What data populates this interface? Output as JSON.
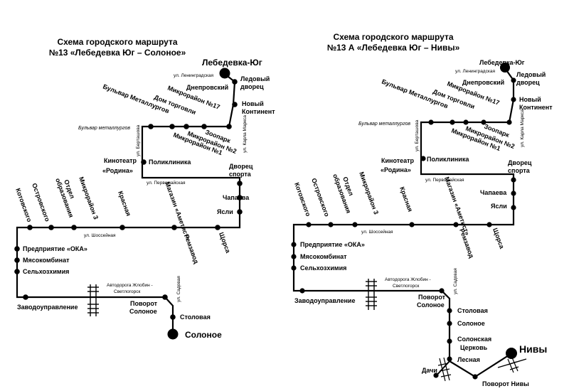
{
  "left_scheme": {
    "title_line1": "Схема городского маршрута",
    "title_line2": "№13 «Лебедевка Юг – Солоное»",
    "stops": {
      "lebedevka": "Лебедевка-Юг",
      "ledovy1": "Ледовый",
      "ledovy2": "дворец",
      "dneprovsky": "Днепровский",
      "novy1": "Новый",
      "novy2": "Континент",
      "bulvar": "Бульвар Металлургов",
      "dom_torgovli": "Дом торговли",
      "micro17": "Микрорайон №17",
      "micro2": "Микрорайон №2",
      "zoopark": "Зоопарк",
      "micro1": "Микрорайон №1",
      "kino1": "Кинотеатр",
      "kino2": "«Родина»",
      "poliklinika": "Поликлиника",
      "dvorec1": "Дворец",
      "dvorec2": "спорта",
      "magazin": "Магазин «Аметист»",
      "chapaeva": "Чапаева",
      "yasli": "Ясли",
      "shorsa": "Щорса",
      "remzavod": "Ремзавод",
      "krasnaya": "Красная",
      "micro3": "Микрорайон 3",
      "otdel1": "Отдел",
      "otdel2": "образования",
      "ostrovskogo": "Островского",
      "kotovskogo": "Котовского",
      "oka": "Предприятие «ОКА»",
      "myaso": "Мясокомбинат",
      "selhoz": "Сельхозхимия",
      "zavod": "Заводоуправление",
      "povorot1": "Поворот",
      "povorot2": "Солоное",
      "stolovaya": "Столовая",
      "solonoe": "Солоное"
    },
    "streets": {
      "leningradskaya": "ул. Ленинградская",
      "bulvar_met": "Бульвар металлургов",
      "karla_marksa": "ул. Карла Маркса",
      "bertashova": "ул. Берташова",
      "pervomayskaya": "ул. Первомайская",
      "shossejnaya": "ул. Шоссейная",
      "avtodoroga1": "Автодорога Жлобин -",
      "avtodoroga2": "Светлогорск",
      "sadovaya": "ул. Садовая"
    }
  },
  "right_scheme": {
    "title_line1": "Схема городского маршрута",
    "title_line2": "№13 А «Лебедевка Юг – Нивы»",
    "stops": {
      "lebedevka": "Лебедевка-Юг",
      "ledovy1": "Ледовый",
      "ledovy2": "дворец",
      "dneprovsky": "Днепровский",
      "novy1": "Новый",
      "novy2": "Континент",
      "bulvar": "Бульвар Металлургов",
      "dom_torgovli": "Дом торговли",
      "micro17": "Микрорайон №17",
      "micro2": "Микрорайон №2",
      "zoopark": "Зоопарк",
      "micro1": "Микрорайон №1",
      "kino1": "Кинотеатр",
      "kino2": "«Родина»",
      "poliklinika": "Поликлиника",
      "dvorec1": "Дворец",
      "dvorec2": "спорта",
      "magazin": "Магазин «Аметист»",
      "chapaeva": "Чапаева",
      "yasli": "Ясли",
      "shorsa": "Щорса",
      "remzavod": "Ремзавод",
      "krasnaya": "Красная",
      "micro3": "Микрорайон 3",
      "otdel1": "Отдел",
      "otdel2": "образования",
      "ostrovskogo": "Островского",
      "kotovskogo": "Котовского",
      "oka": "Предприятие «ОКА»",
      "myaso": "Мясокомбинат",
      "selhoz": "Сельхозхимия",
      "zavod": "Заводоуправление",
      "povorot1": "Поворот",
      "povorot2": "Солоное",
      "stolovaya": "Столовая",
      "solonoe": "Солоное",
      "tserkov1": "Солонская",
      "tserkov2": "Церковь",
      "lesnaya": "Лесная",
      "dachi": "Дачи",
      "povorot_nivy": "Поворот Нивы",
      "nivy": "Нивы"
    },
    "streets": {
      "leningradskaya": "ул. Ленинградская",
      "bulvar_met": "Бульвар металлургов",
      "karla_marksa": "ул. Карла Маркса",
      "bertashova": "ул. Берташова",
      "pervomayskaya": "ул. Первомайская",
      "shossejnaya": "ул. Шоссейная",
      "avtodoroga1": "Автодорога Жлобин -",
      "avtodoroga2": "Светлогорск",
      "sadovaya": "ул. Садовая"
    }
  }
}
